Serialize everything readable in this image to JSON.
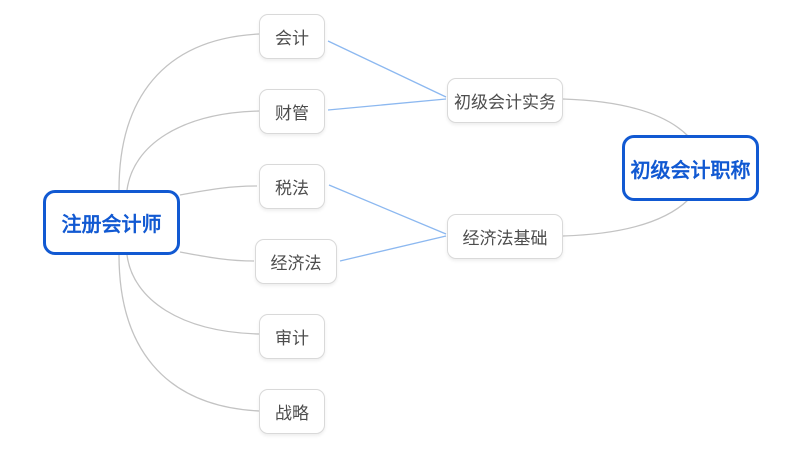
{
  "diagram": {
    "type": "mindmap",
    "colors": {
      "primary_blue": "#1159d2",
      "link_blue": "#8cb8f0",
      "link_gray": "#c3c3c3",
      "node_border": "#d9d9d9",
      "node_text": "#4d4d4d",
      "background": "#ffffff"
    },
    "nodes": {
      "root": {
        "label": "注册会计师",
        "emphasis": "primary"
      },
      "kuaiji": {
        "label": "会计",
        "emphasis": "normal"
      },
      "caiguan": {
        "label": "财管",
        "emphasis": "normal"
      },
      "shuifa": {
        "label": "税法",
        "emphasis": "normal"
      },
      "jingjifa": {
        "label": "经济法",
        "emphasis": "normal"
      },
      "shenji": {
        "label": "审计",
        "emphasis": "normal"
      },
      "zhanlve": {
        "label": "战略",
        "emphasis": "normal"
      },
      "chuji_shiwu": {
        "label": "初级会计实务",
        "emphasis": "normal"
      },
      "jingjifa_jichu": {
        "label": "经济法基础",
        "emphasis": "normal"
      },
      "chuji_zhicheng": {
        "label": "初级会计职称",
        "emphasis": "primary"
      }
    },
    "edges": [
      {
        "from": "注册会计师",
        "to": "会计",
        "style": "gray-curve"
      },
      {
        "from": "注册会计师",
        "to": "财管",
        "style": "gray-curve"
      },
      {
        "from": "注册会计师",
        "to": "税法",
        "style": "gray-curve"
      },
      {
        "from": "注册会计师",
        "to": "经济法",
        "style": "gray-curve"
      },
      {
        "from": "注册会计师",
        "to": "审计",
        "style": "gray-curve"
      },
      {
        "from": "注册会计师",
        "to": "战略",
        "style": "gray-curve"
      },
      {
        "from": "会计",
        "to": "初级会计实务",
        "style": "blue-line"
      },
      {
        "from": "财管",
        "to": "初级会计实务",
        "style": "blue-line"
      },
      {
        "from": "税法",
        "to": "经济法基础",
        "style": "blue-line"
      },
      {
        "from": "经济法",
        "to": "经济法基础",
        "style": "blue-line"
      },
      {
        "from": "初级会计实务",
        "to": "初级会计职称",
        "style": "gray-curve"
      },
      {
        "from": "经济法基础",
        "to": "初级会计职称",
        "style": "gray-curve"
      }
    ]
  }
}
